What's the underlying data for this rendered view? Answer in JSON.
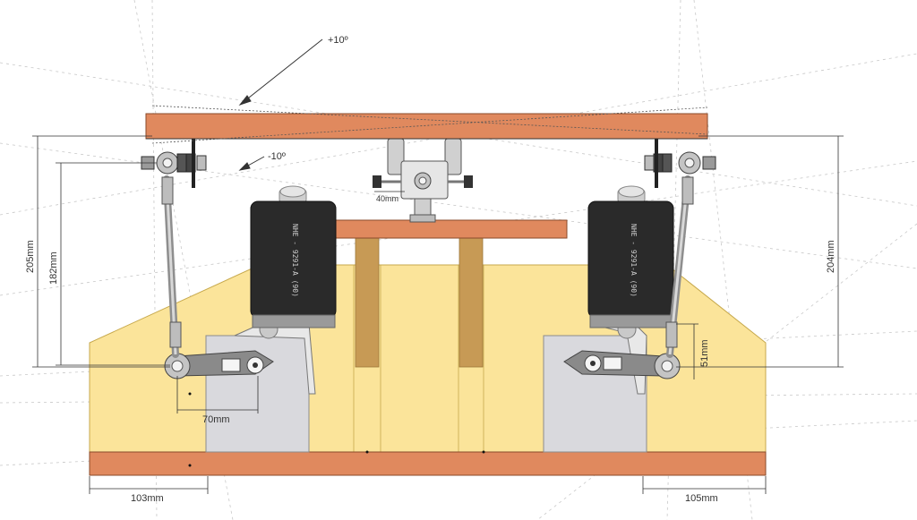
{
  "scene": {
    "description_labels": {
      "angle_up": "+10º",
      "angle_down": "-10º",
      "dim_left_total_height": "205mm",
      "dim_left_rod_height": "182mm",
      "dim_right_total_height": "204mm",
      "dim_right_arm_height": "51mm",
      "dim_servo_arm_length": "70mm",
      "dim_left_offset": "103mm",
      "dim_right_offset": "105mm",
      "dim_center_joint": "40mm"
    },
    "motor_label": "NHE - 9291-A (90)",
    "colors": {
      "wood": "#e0895e",
      "wood_edge": "#8a4a2a",
      "foam": "#fbe49a",
      "foam_edge": "#c7a94d",
      "pillar": "#c79a55",
      "motor": "#2a2a2a",
      "servo": "#d9d9dd",
      "metal": "#b9b9b9"
    }
  }
}
